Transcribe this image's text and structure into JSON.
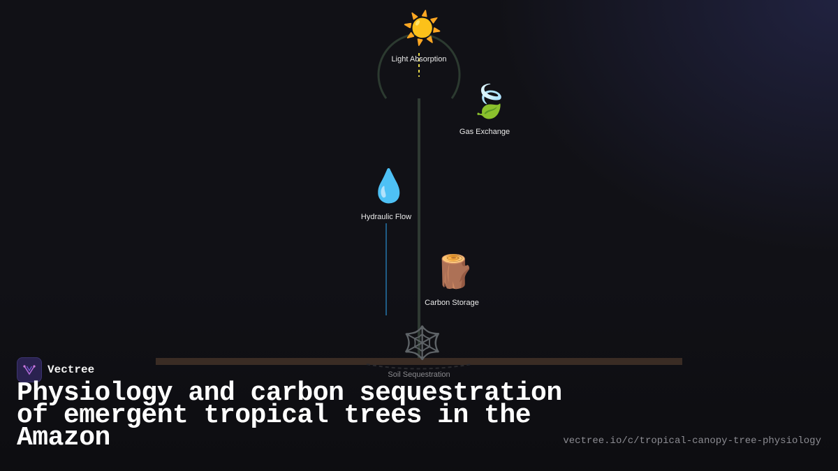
{
  "diagram": {
    "nodes": [
      {
        "id": "light",
        "icon": "☀️",
        "icon_name": "sun-icon",
        "label": "Light Absorption"
      },
      {
        "id": "gas",
        "icon": "🍃",
        "icon_name": "leaf-wind-icon",
        "label": "Gas Exchange"
      },
      {
        "id": "hydraulic",
        "icon": "💧",
        "icon_name": "water-drop-icon",
        "label": "Hydraulic Flow"
      },
      {
        "id": "carbon",
        "icon": "🪵",
        "icon_name": "wood-log-icon",
        "label": "Carbon Storage"
      },
      {
        "id": "soil",
        "icon": "🕸️",
        "icon_name": "root-web-icon",
        "label": "Soil Sequestration"
      }
    ],
    "colors": {
      "trunk": "#2f3a33",
      "canopy_arc": "#2c3a30",
      "light_ray": "#e8d94a",
      "water_line": "#1f5c86",
      "ground": "#3a2c24"
    }
  },
  "brand": {
    "name": "Vectree",
    "logo_icon": "vectree-logo-icon"
  },
  "title": "Physiology and carbon sequestration of emergent tropical trees in the Amazon",
  "url": "vectree.io/c/tropical-canopy-tree-physiology"
}
